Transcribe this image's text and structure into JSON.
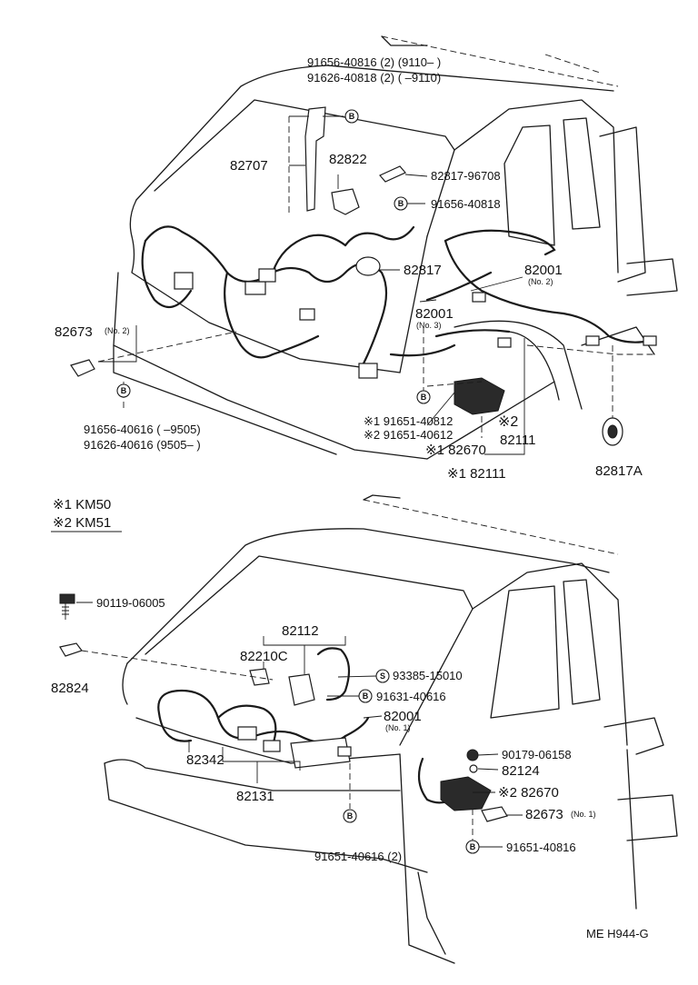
{
  "diagram": {
    "top": {
      "callouts": {
        "bolt_a_line1": "91656-40816 (2) (9110–      )",
        "bolt_a_line2": "91626-40818 (2) (        –9110)",
        "p82707": "82707",
        "p82822": "82822",
        "p82817_96708": "82817-96708",
        "p91656_40818": "91656-40818",
        "p82817": "82817",
        "p82001_no2": "82001",
        "no2_a": "(No. 2)",
        "p82001_no3": "82001",
        "no3": "(No. 3)",
        "p82673_no2": "82673",
        "no2_b": "(No. 2)",
        "bolt_b_line1": "91656-40616 (          –9505)",
        "bolt_b_line2": "91626-40616 (9505–          )",
        "p91651_40812": "※1 91651-40812",
        "p91651_40612": "※2 91651-40612",
        "mark2": "※2",
        "p82670_m1": "※1 82670",
        "p82111": "82111",
        "p82111_m1": "※1 82111",
        "p82817A": "82817A"
      }
    },
    "legend": {
      "item1": "※1 KM50",
      "item2": "※2 KM51"
    },
    "bottom": {
      "callouts": {
        "p90119_06005": "90119-06005",
        "p82824": "82824",
        "p82112": "82112",
        "p82210C": "82210C",
        "p93385_15010": "93385-15010",
        "p91631_40616": "91631-40616",
        "p82001_no1": "82001",
        "no1_a": "(No. 1)",
        "p82342": "82342",
        "p82131": "82131",
        "p90179_06158": "90179-06158",
        "p82124": "82124",
        "p82670_m2": "※2 82670",
        "p82673_no1": "82673",
        "no1_b": "(No. 1)",
        "p91651_40616": "91651-40616 (2)",
        "p91651_40816": "91651-40816"
      }
    },
    "marker_letters": {
      "b": "B",
      "s": "S"
    },
    "footer": "ME  H944-G"
  }
}
